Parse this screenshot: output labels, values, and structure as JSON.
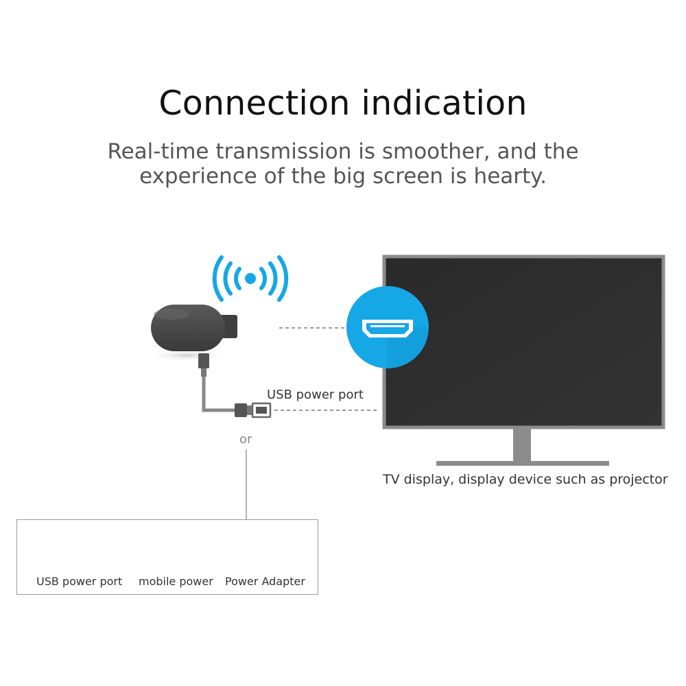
{
  "title": "Connection indication",
  "subtitle_lines": [
    "Real-time transmission is smoother, and the",
    "experience of the big screen is hearty."
  ],
  "labels": {
    "usb_port": "USB power port",
    "or": "or",
    "tv_caption": "TV display, display device such as projector"
  },
  "power_sources": [
    {
      "label": "USB power port",
      "icon": "usb-port-icon"
    },
    {
      "label": "mobile power",
      "icon": "power-bank-icon"
    },
    {
      "label": "Power Adapter",
      "icon": "power-adapter-icon"
    }
  ],
  "colors": {
    "accent": "#16a7e6",
    "screen": "#2b2b2b",
    "frame": "#8c8c8c",
    "dongle": "#4a4a4a"
  }
}
